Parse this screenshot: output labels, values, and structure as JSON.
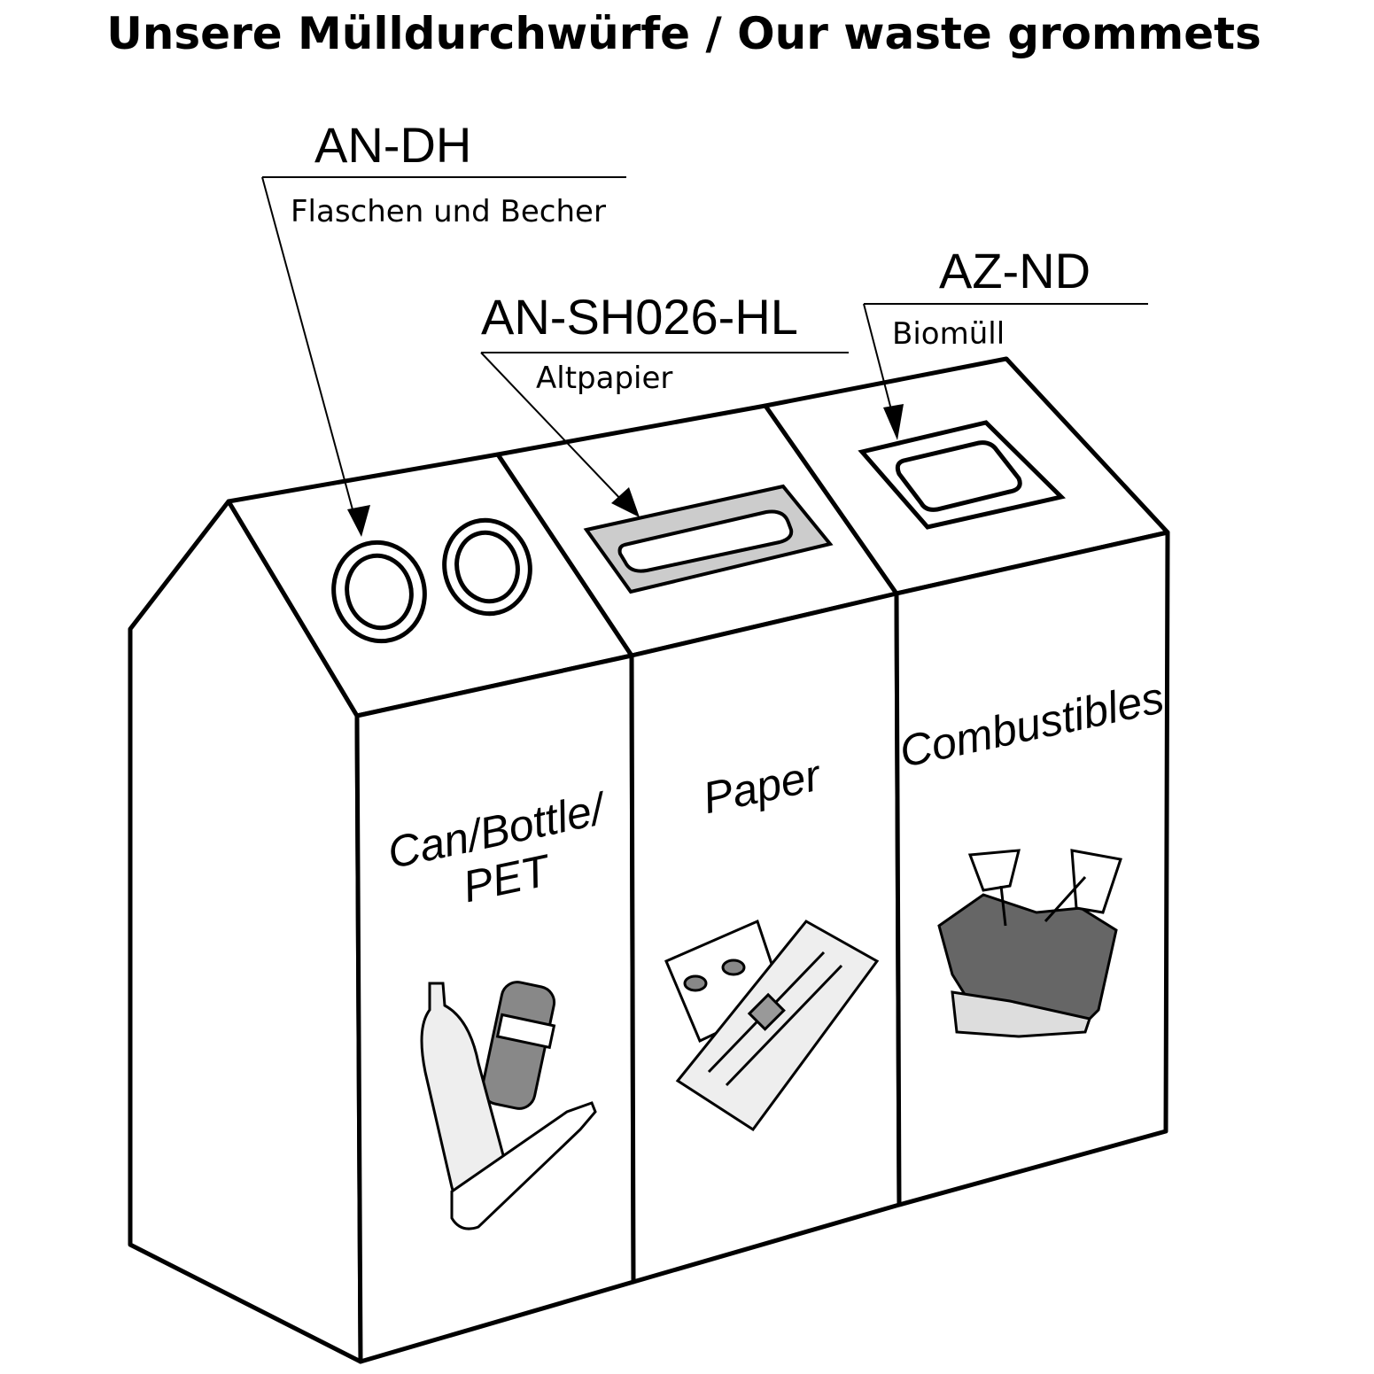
{
  "title": "Unsere Mülldurchwürfe / Our waste grommets",
  "callouts": [
    {
      "code": "AN-DH",
      "description": "Flaschen und Becher"
    },
    {
      "code": "AN-SH026-HL",
      "description": "Altpapier"
    },
    {
      "code": "AZ-ND",
      "description": "Biomüll"
    }
  ],
  "bins": [
    {
      "label_line1": "Can/Bottle/",
      "label_line2": "PET"
    },
    {
      "label_line1": "Paper"
    },
    {
      "label_line1": "Combustibles"
    }
  ],
  "colors": {
    "stroke": "#000000",
    "slot_fill": "#cccccc",
    "illustration_gray": "#777777"
  }
}
